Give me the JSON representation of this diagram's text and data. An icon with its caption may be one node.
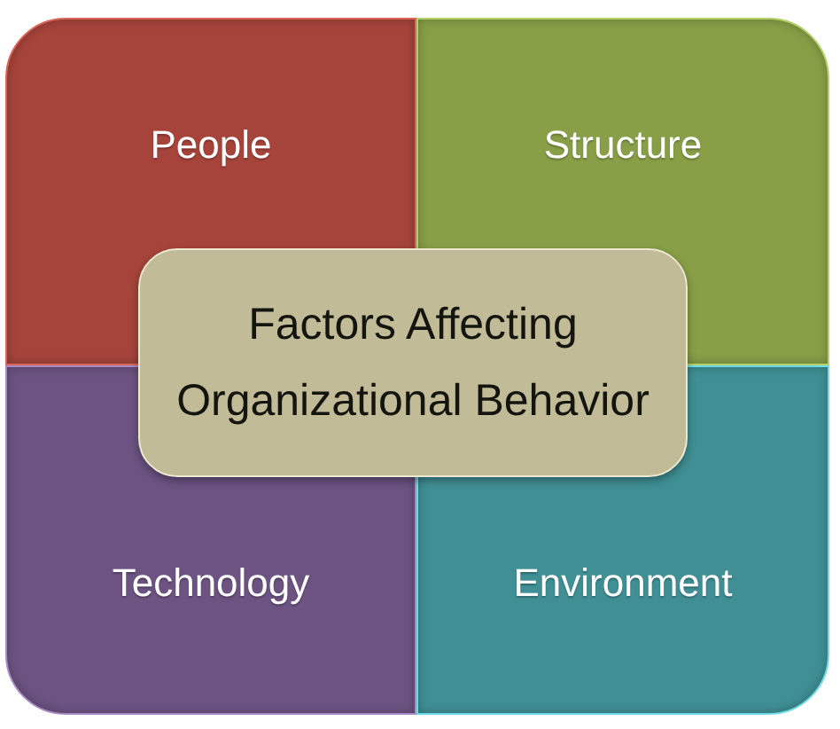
{
  "diagram": {
    "nodes": [
      {
        "text": [
          "People"
        ]
      },
      {
        "text": [
          "Structure"
        ]
      },
      {
        "text": [
          "Factors Affecting Organizational Behavior"
        ]
      },
      {
        "text": [
          "Technology"
        ]
      },
      {
        "text": [
          "Environment"
        ]
      }
    ]
  }
}
